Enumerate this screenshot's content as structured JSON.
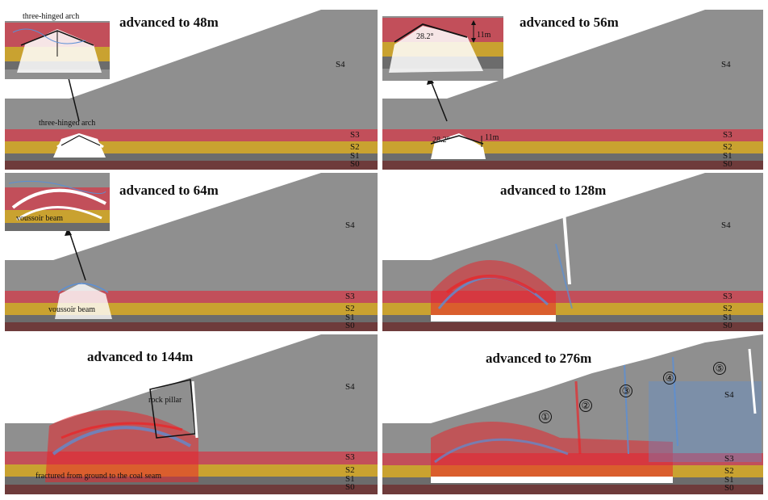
{
  "layers": {
    "s4": "S4",
    "s3": "S3",
    "s2": "S2",
    "s1": "S1",
    "s0": "S0"
  },
  "panels": [
    {
      "title": "advanced to 48m",
      "inset_label": "three-hinged arch",
      "main_label": "three-hinged arch"
    },
    {
      "title": "advanced to 56m",
      "angle": "28.2°",
      "height": "11m"
    },
    {
      "title": "advanced to 64m",
      "inset_label": "voussoir beam",
      "main_label": "voussoir beam"
    },
    {
      "title": "advanced to 128m"
    },
    {
      "title": "advanced to 144m",
      "pillar_label": "rock pillar",
      "bottom_label": "fractured from ground to the coal seam"
    },
    {
      "title": "advanced to 276m",
      "zones": [
        "①",
        "②",
        "③",
        "④",
        "⑤"
      ]
    }
  ],
  "colors": {
    "overburden": "#8f8f8f",
    "s3": "#c24f5a",
    "s2": "#c9a230",
    "s1": "#6c6c6c",
    "s0": "#6e3b3b",
    "crack_red": "#e8272b",
    "crack_blue": "#5a8fd6"
  }
}
